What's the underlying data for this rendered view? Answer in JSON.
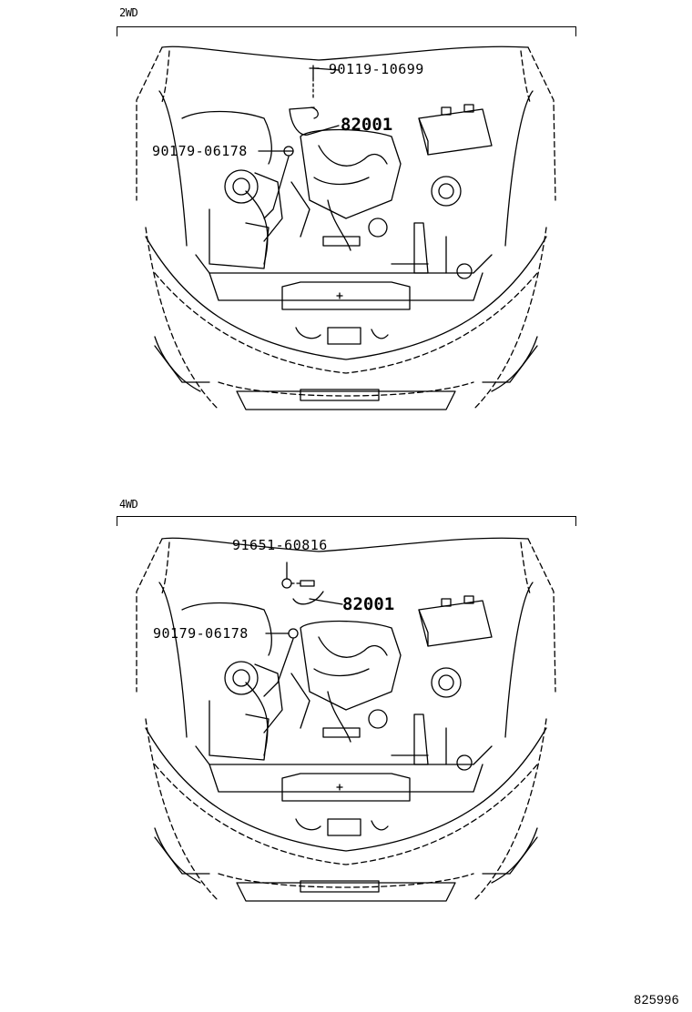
{
  "sections": [
    {
      "label": "2WD",
      "callouts": {
        "top_bolt": "90119-10699",
        "wire": "82001",
        "nut": "90179-06178"
      }
    },
    {
      "label": "4WD",
      "callouts": {
        "top_bolt": "91651-60816",
        "wire": "82001",
        "nut": "90179-06178"
      }
    }
  ],
  "footer_code": "825996"
}
